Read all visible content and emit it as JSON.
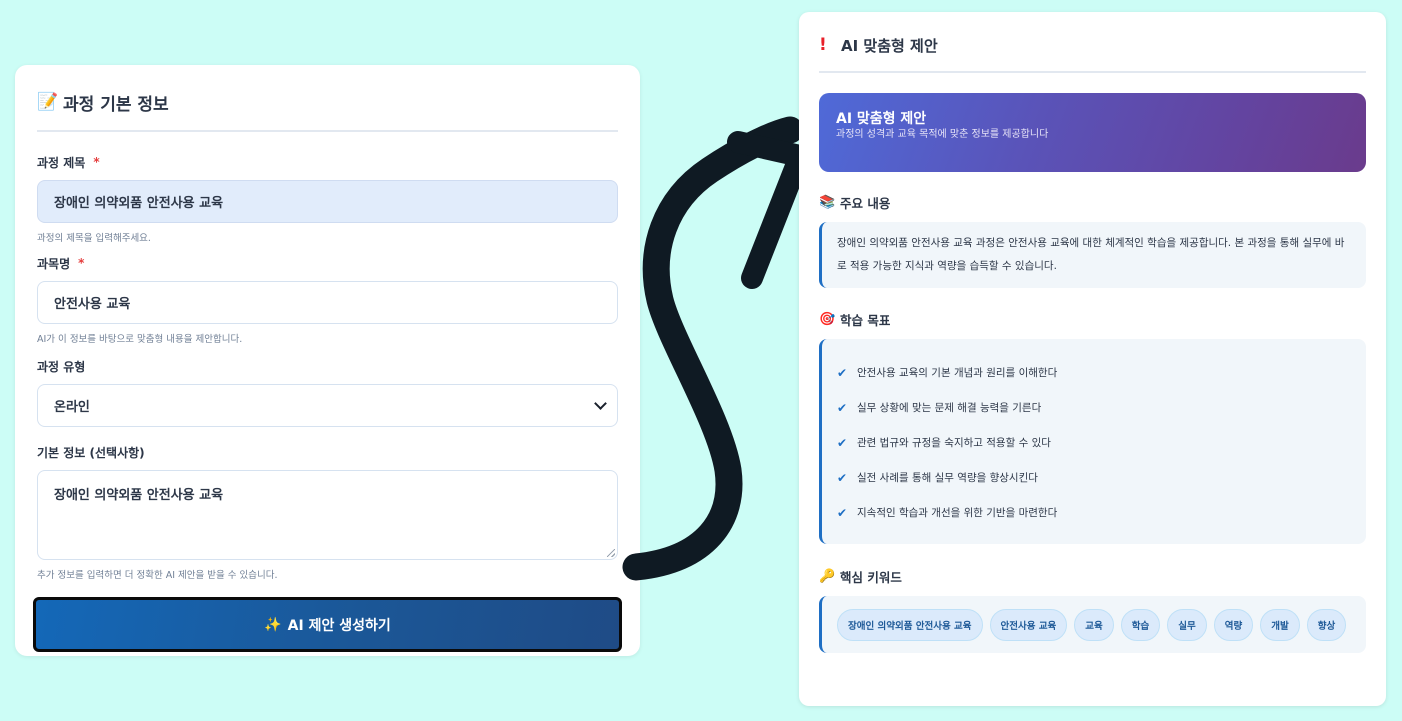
{
  "colors": {
    "background": "#ccfdf6",
    "accent_blue": "#1f6fc4",
    "required_star": "#e53e3e",
    "banner_gradient_start": "#4f6ad8",
    "banner_gradient_end": "#6a3b8c",
    "button_gradient_start": "#1468b8",
    "button_gradient_end": "#1f4b86",
    "arrow": "#0f1a23"
  },
  "form_card": {
    "icon": "memo-pencil-icon",
    "icon_glyph": "📝",
    "title": "과정 기본 정보",
    "fields": {
      "course_title": {
        "label": "과정 제목",
        "required_mark": "*",
        "value": "장애인 의약외품 안전사용 교육",
        "help": "과정의 제목을 입력해주세요."
      },
      "subject_name": {
        "label": "과목명",
        "required_mark": "*",
        "value": "안전사용 교육",
        "help": "AI가 이 정보를 바탕으로 맞춤형 내용을 제안합니다."
      },
      "course_type": {
        "label": "과정 유형",
        "selected": "온라인"
      },
      "basic_info": {
        "label": "기본 정보 (선택사항)",
        "value": "장애인 의약외품 안전사용 교육",
        "help": "추가 정보를 입력하면 더 정확한 AI 제안을 받을 수 있습니다."
      }
    },
    "generate_button": {
      "icon": "sparkles-icon",
      "icon_glyph": "✨",
      "label": "AI 제안 생성하기"
    }
  },
  "suggestion_card": {
    "icon": "exclamation-icon",
    "icon_glyph": "❗",
    "title": "AI 맞춤형 제안",
    "banner": {
      "title": "AI 맞춤형 제안",
      "subtitle": "과정의 성격과 교육 목적에 맞춘 정보를 제공합니다"
    },
    "main_content": {
      "icon": "books-icon",
      "icon_glyph": "📚",
      "title": "주요 내용",
      "text": "장애인 의약외품 안전사용 교육 과정은 안전사용 교육에 대한 체계적인 학습을 제공합니다. 본 과정을 통해 실무에 바로 적용 가능한 지식과 역량을 습득할 수 있습니다."
    },
    "objectives": {
      "icon": "target-icon",
      "icon_glyph": "🎯",
      "title": "학습 목표",
      "check_glyph": "✔",
      "items": [
        "안전사용 교육의 기본 개념과 원리를 이해한다",
        "실무 상황에 맞는 문제 해결 능력을 기른다",
        "관련 법규와 규정을 숙지하고 적용할 수 있다",
        "실전 사례를 통해 실무 역량을 향상시킨다",
        "지속적인 학습과 개선을 위한 기반을 마련한다"
      ]
    },
    "keywords": {
      "icon": "key-icon",
      "icon_glyph": "🔑",
      "title": "핵심 키워드",
      "items": [
        "장애인 의약외품 안전사용 교육",
        "안전사용 교육",
        "교육",
        "학습",
        "실무",
        "역량",
        "개발",
        "향상"
      ]
    }
  }
}
